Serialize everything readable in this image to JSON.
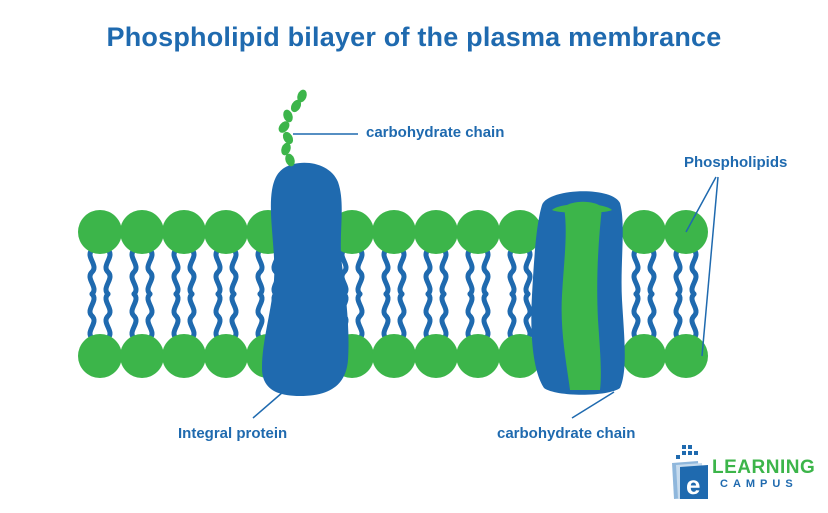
{
  "title": "Phospholipid bilayer of the plasma membrance",
  "labels": {
    "carbohydrate_top": "carbohydrate chain",
    "phospholipids": "Phospholipids",
    "integral_protein": "Integral protein",
    "carbohydrate_bottom": "carbohydrate chain"
  },
  "logo": {
    "line1": "LEARNING",
    "line2": "CAMPUS",
    "letter": "e"
  },
  "colors": {
    "green": "#3cb54a",
    "blue": "#1f6aaf",
    "logo_green": "#3cb54a",
    "logo_blue": "#1f6aaf",
    "text_blue": "#1f6aaf"
  }
}
